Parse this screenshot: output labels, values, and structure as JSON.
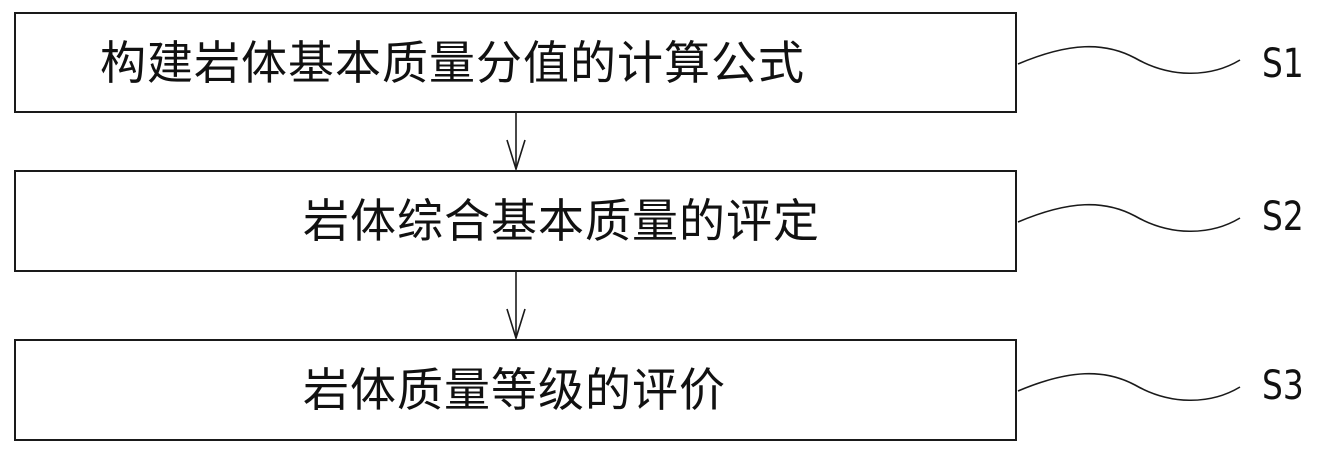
{
  "steps": [
    {
      "id": "S1",
      "text": "构建岩体基本质量分值的计算公式"
    },
    {
      "id": "S2",
      "text": "岩体综合基本质量的评定"
    },
    {
      "id": "S3",
      "text": "岩体质量等级的评价"
    }
  ]
}
